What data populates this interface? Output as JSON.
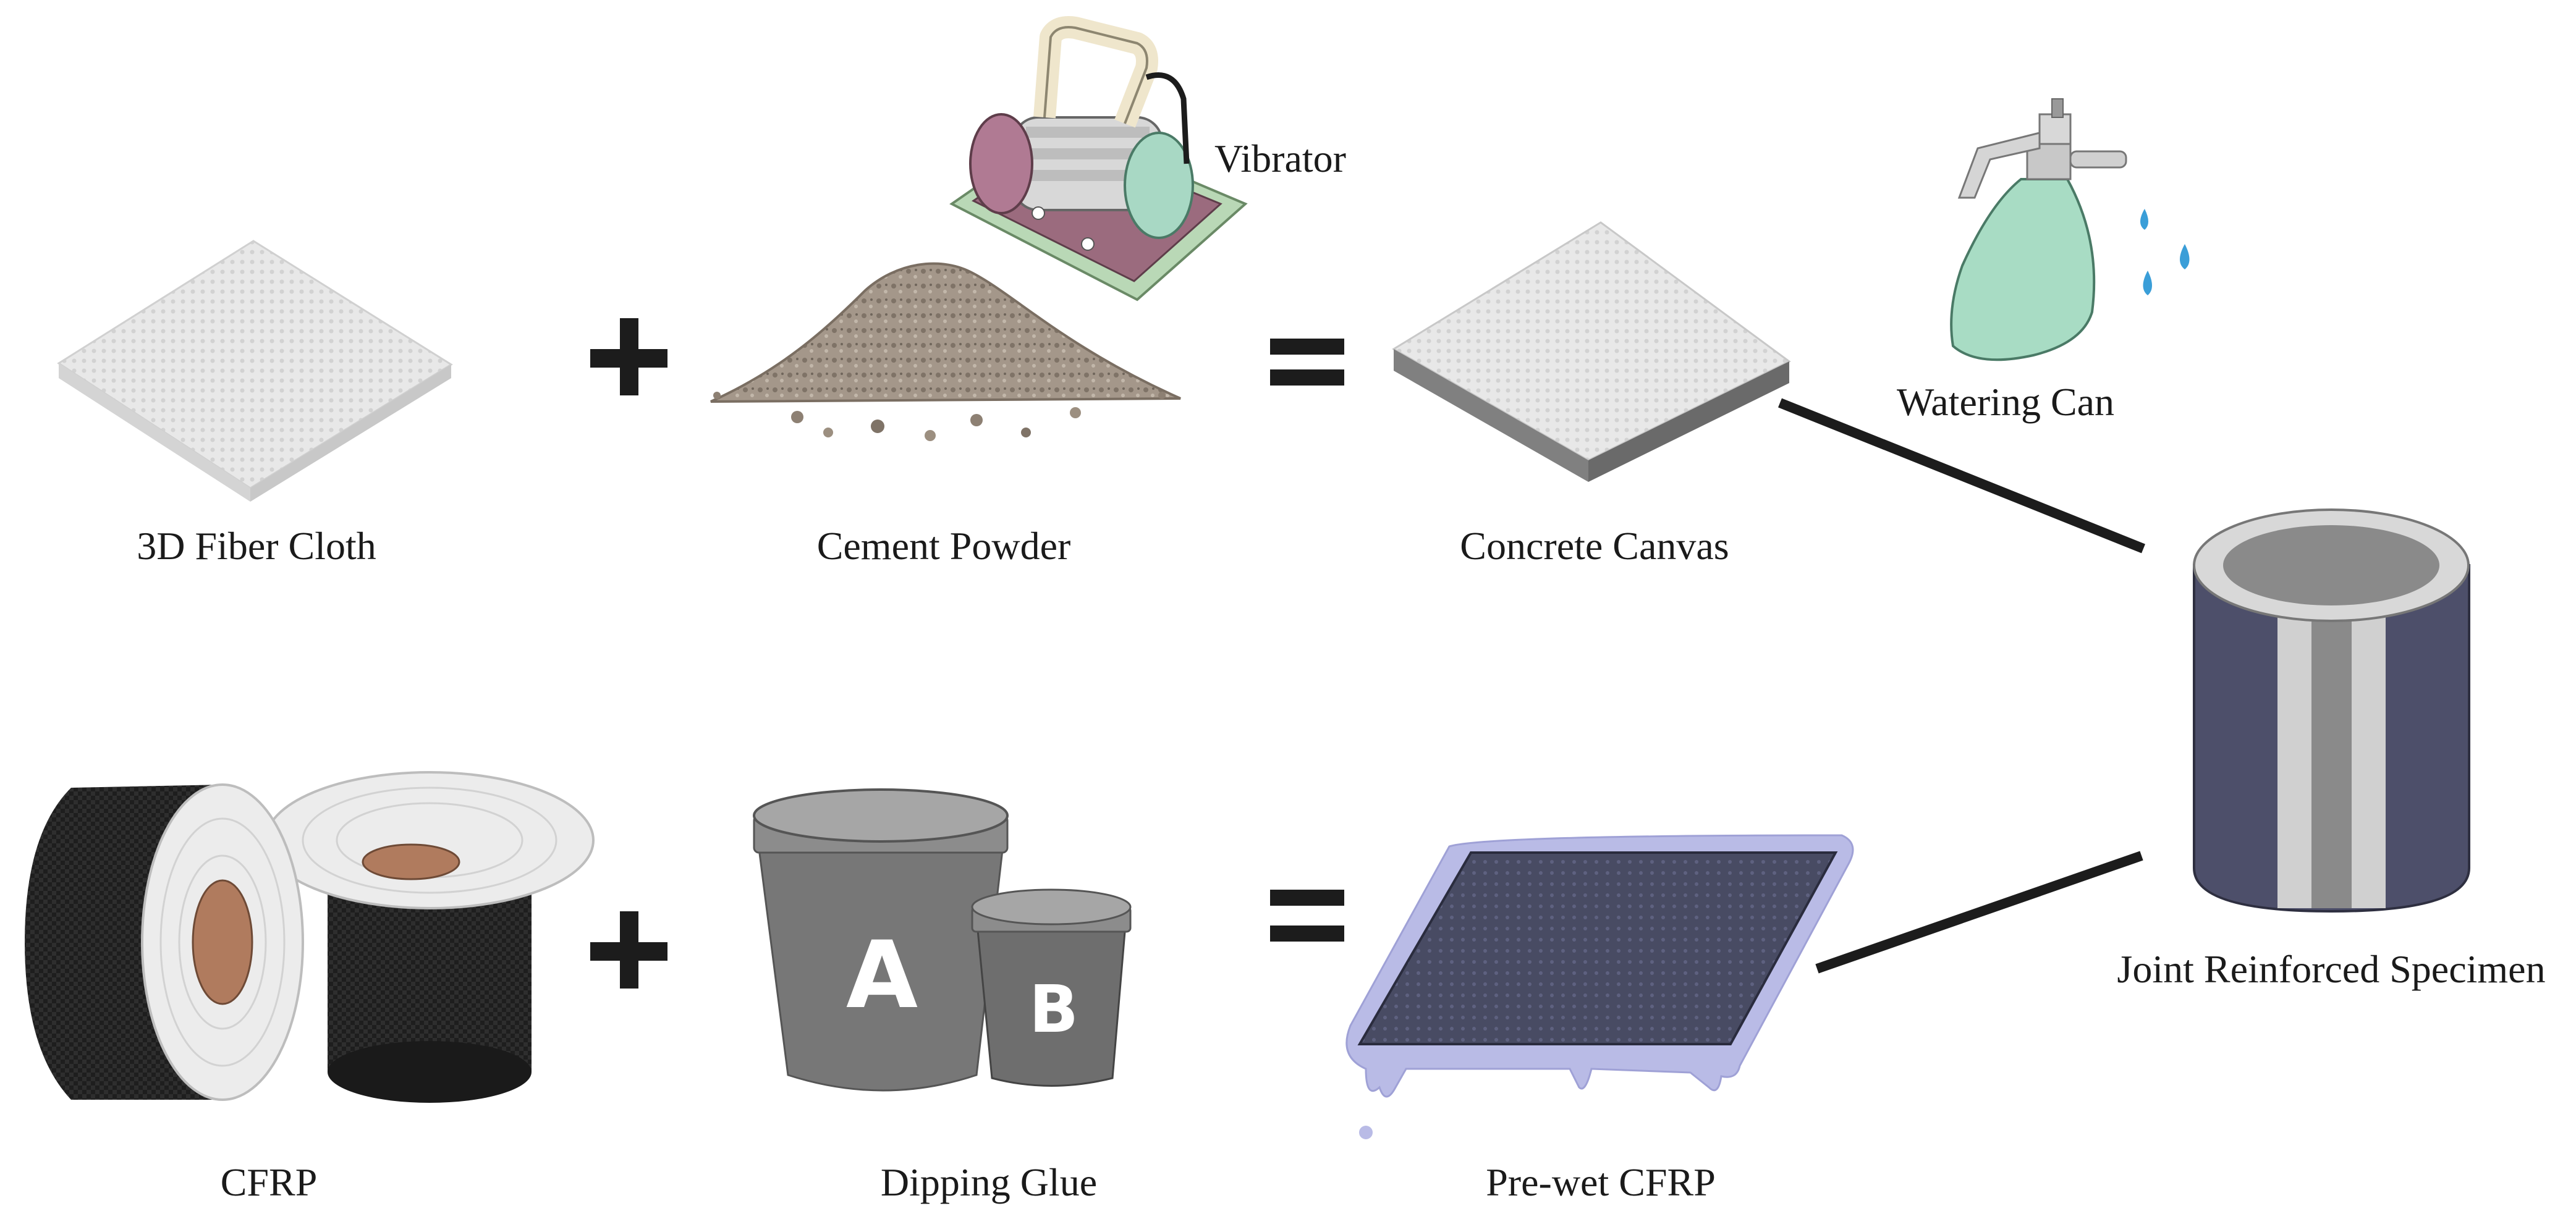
{
  "labels": {
    "fiber_cloth": "3D Fiber Cloth",
    "cement_powder": "Cement Powder",
    "vibrator": "Vibrator",
    "concrete_canvas": "Concrete Canvas",
    "watering_can": "Watering Can",
    "specimen": "Joint Reinforced Specimen",
    "cfrp": "CFRP",
    "dipping_glue": "Dipping Glue",
    "prewet_cfrp": "Pre-wet CFRP",
    "bucket_a": "A",
    "bucket_b": "B"
  },
  "colors": {
    "operator": "#1c1c1c",
    "cloth": "#e6e6e6",
    "cement": "#9c8f80",
    "canvas_side": "#7a7a7a",
    "bucket": "#777777",
    "cfrp_roll": "#1c1c1c",
    "roll_core": "#b07b5e",
    "glue_puddle": "#b9bbe6",
    "prewet_sheet": "#4a4d66",
    "bottle": "#a8dcc4",
    "vibrator_base": "#9b6b7e",
    "vibrator_mat": "#b9d8b6",
    "specimen_outer": "#4d4f6a",
    "specimen_inner": "#8a8a8a"
  }
}
